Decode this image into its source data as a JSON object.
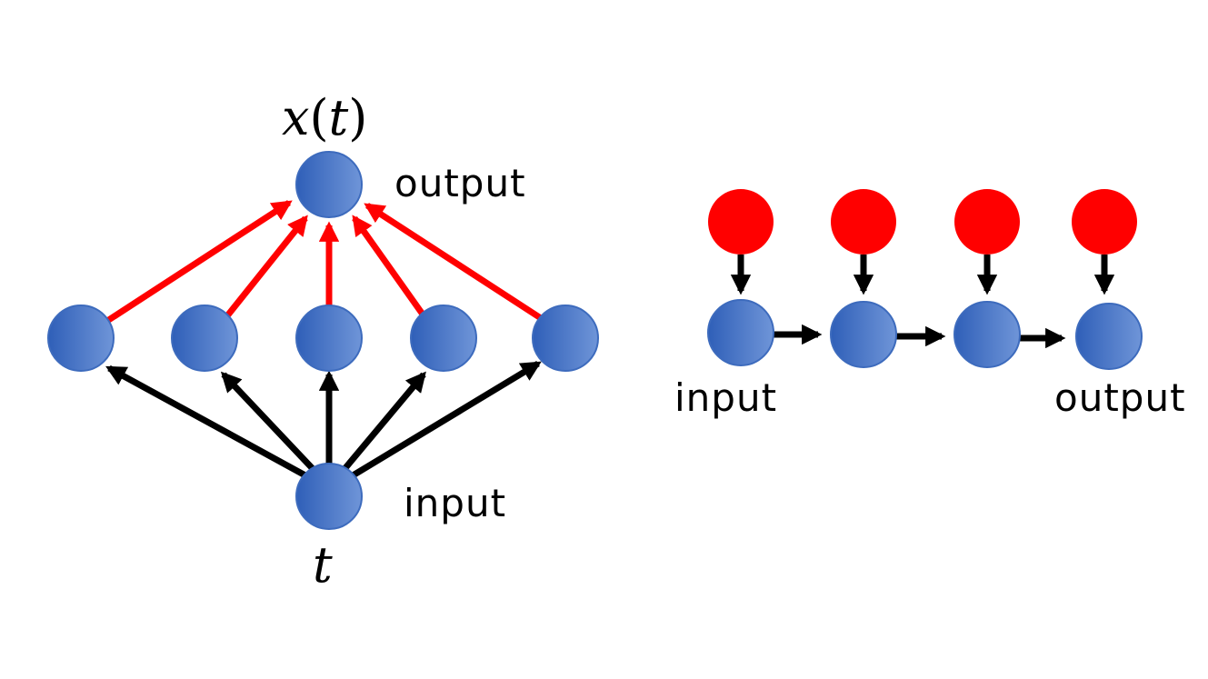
{
  "colors": {
    "node_blue_start": "#2f5fb8",
    "node_blue_end": "#6f95d8",
    "node_stroke": "#3d6bbd",
    "node_red": "#ff0000",
    "edge_black": "#000000",
    "edge_red": "#ff0000"
  },
  "left_diagram": {
    "output_math_var": "x",
    "output_math_open": "(",
    "output_math_arg": "t",
    "output_math_close": ")",
    "output_label": "output",
    "input_label": "input",
    "input_math": "t",
    "hidden_node_count": 5
  },
  "right_diagram": {
    "input_label": "input",
    "output_label": "output",
    "chain_length": 4
  }
}
